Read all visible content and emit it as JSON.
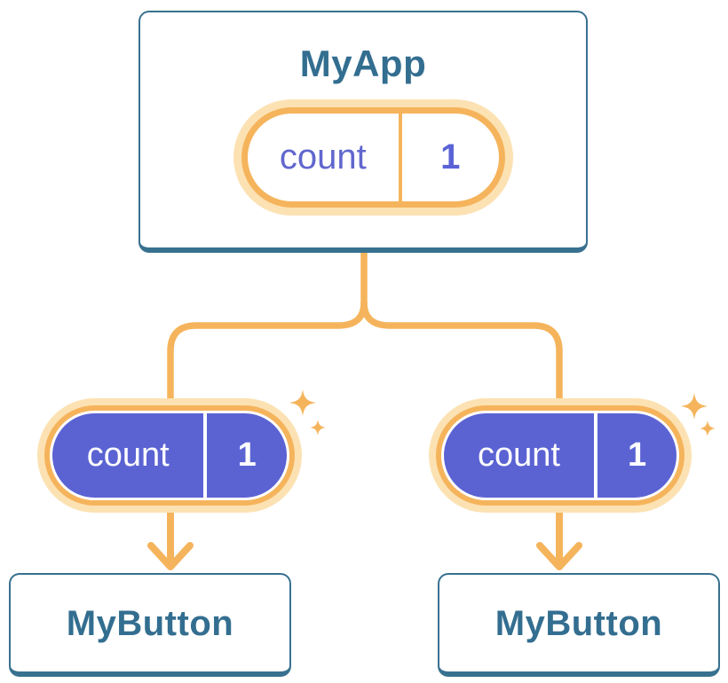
{
  "diagram": {
    "description": "Component tree passing state down",
    "root": {
      "title": "MyApp",
      "state": {
        "name": "count",
        "value": "1"
      }
    },
    "children": [
      {
        "title": "MyButton",
        "state": {
          "name": "count",
          "value": "1"
        }
      },
      {
        "title": "MyButton",
        "state": {
          "name": "count",
          "value": "1"
        }
      }
    ],
    "icons": {
      "sparkle": "four-point-star",
      "arrow": "arrow-down"
    },
    "colors": {
      "card_border": "#38718F",
      "card_text": "#336E90",
      "pill_border": "#F5B45C",
      "pill_halo": "#FCE2B3",
      "connector": "#F5B45C",
      "state_fill": "#5B63D3",
      "state_text_light": "#FFFFFF",
      "state_text_indigo": "#5A63D6",
      "background": "#FFFFFF"
    }
  }
}
